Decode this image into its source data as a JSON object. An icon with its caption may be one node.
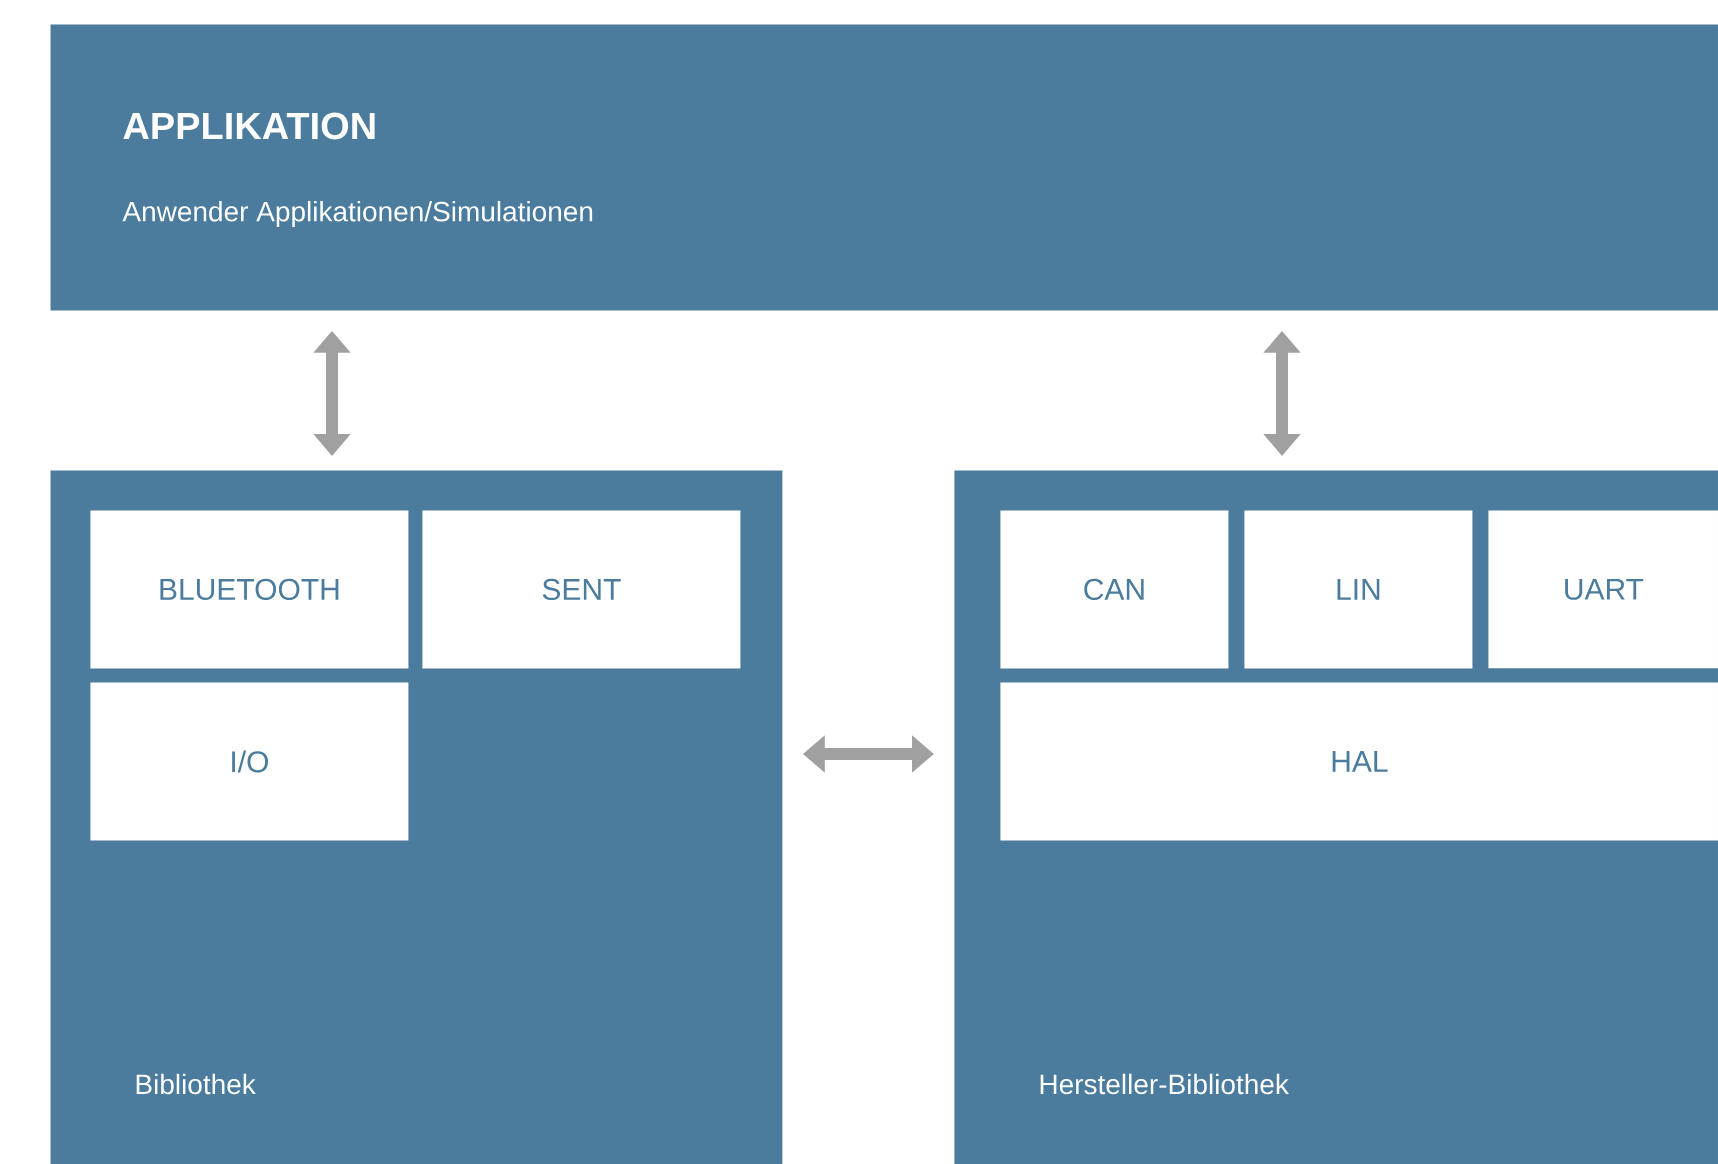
{
  "diagram": {
    "nodes": [
      {
        "text": [
          "APPLIKATION",
          "Anwender Applikationen/Simulationen"
        ]
      },
      {
        "text": [
          "Bibliothek"
        ]
      },
      {
        "text": [
          "BLUETOOTH"
        ],
        "in": 1
      },
      {
        "text": [
          "SENT"
        ],
        "in": 1
      },
      {
        "text": [
          "I/O"
        ],
        "in": 1
      },
      {
        "text": [
          "Hersteller-Bibliothek"
        ]
      },
      {
        "text": [
          "CAN"
        ],
        "in": 5
      },
      {
        "text": [
          "LIN"
        ],
        "in": 5
      },
      {
        "text": [
          "UART"
        ],
        "in": 5
      },
      {
        "text": [
          "HAL"
        ],
        "in": 5
      }
    ],
    "edges": [
      {
        "from": 0,
        "to": 1,
        "arrow": "both"
      },
      {
        "from": 0,
        "to": 5,
        "arrow": "both"
      },
      {
        "from": 1,
        "to": 5,
        "arrow": "both"
      }
    ]
  }
}
